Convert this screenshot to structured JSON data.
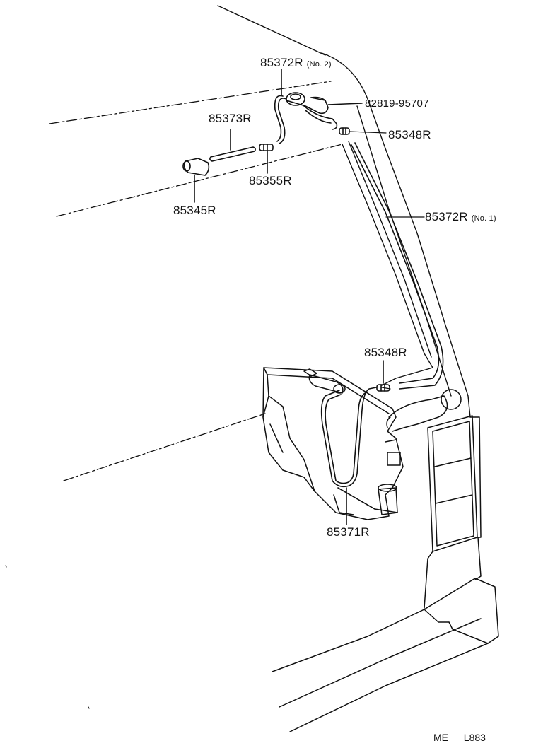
{
  "parts": {
    "hose_no2": {
      "number": "85372R",
      "note": "(No. 2)"
    },
    "nozzle_assy": {
      "number": "82819-95707"
    },
    "connector_upper": {
      "number": "85348R"
    },
    "hose_no1": {
      "number": "85372R",
      "note": "(No. 1)"
    },
    "pipe": {
      "number": "85373R"
    },
    "joint": {
      "number": "85355R"
    },
    "nozzle": {
      "number": "85345R"
    },
    "connector_lower": {
      "number": "85348R"
    },
    "tank_hose": {
      "number": "85371R"
    }
  },
  "footer": {
    "code_left": "ME",
    "code_right": "L883"
  }
}
